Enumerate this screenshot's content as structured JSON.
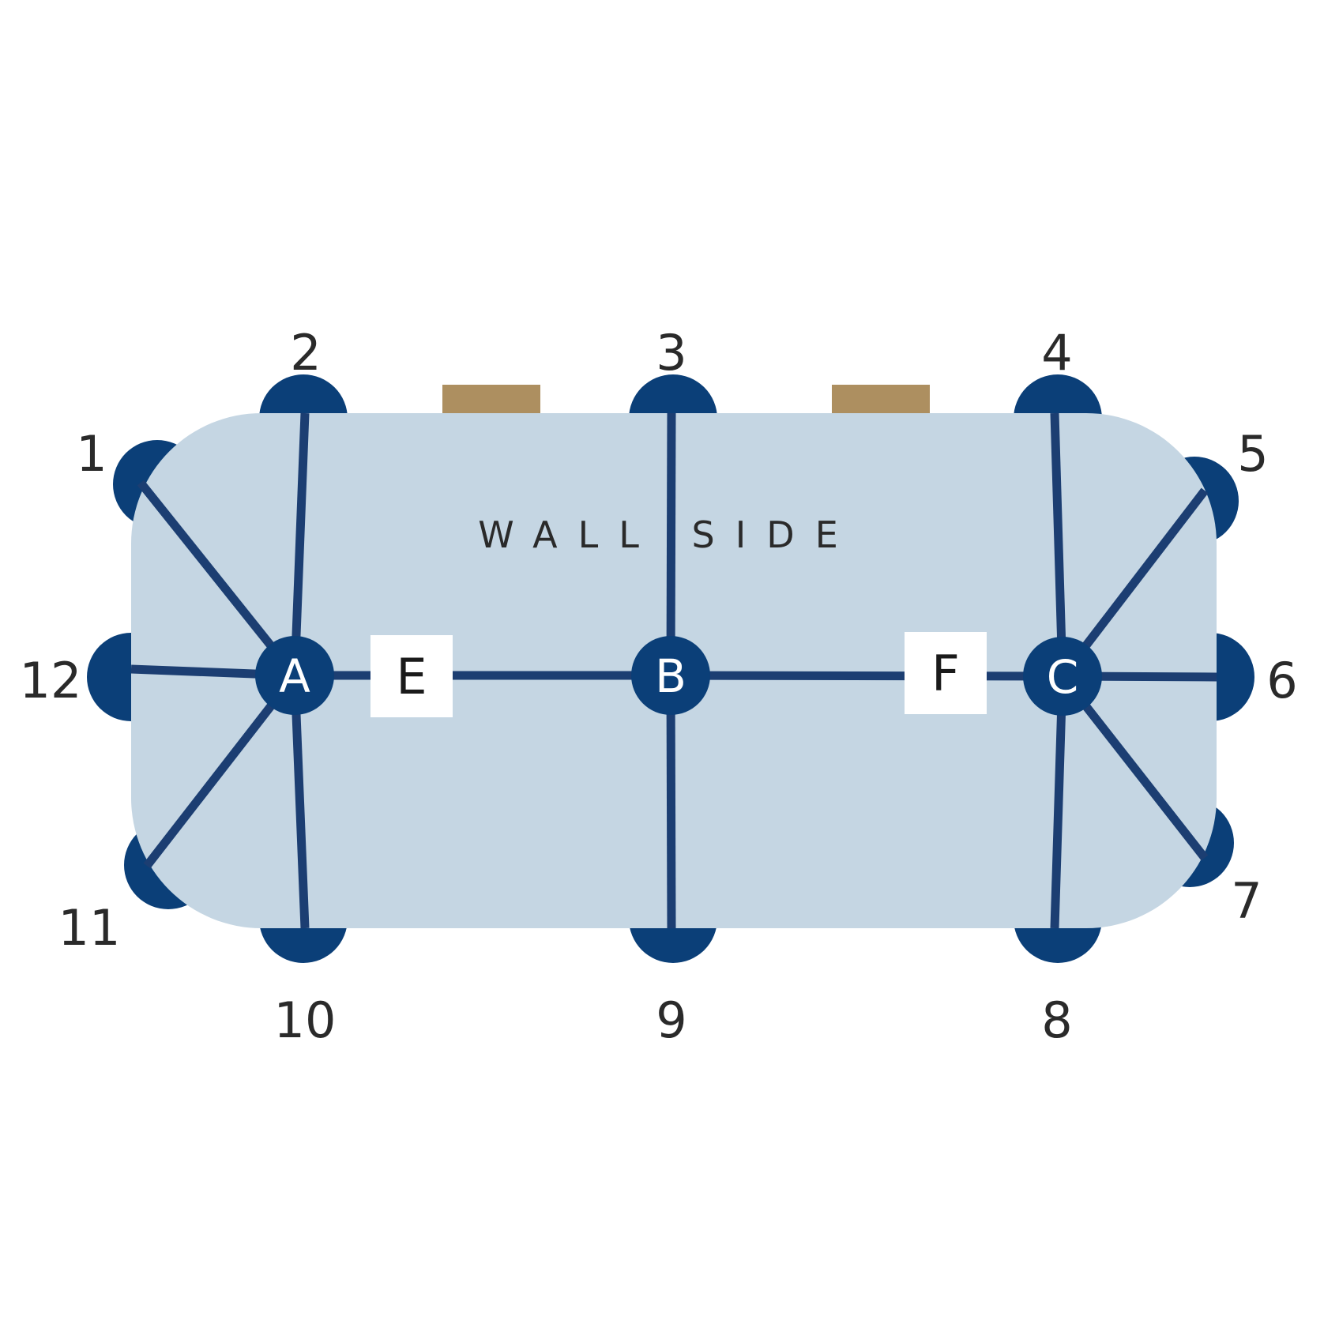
{
  "diagram": {
    "wall_label": "WALL SIDE",
    "colors": {
      "table": "#c5d6e3",
      "seat": "#0b3f78",
      "line": "#1c3e72",
      "fixture": "#ad8f60",
      "box": "#ffffff",
      "text": "#2a2a2a"
    },
    "seats": [
      {
        "id": "1",
        "label": "1"
      },
      {
        "id": "2",
        "label": "2"
      },
      {
        "id": "3",
        "label": "3"
      },
      {
        "id": "4",
        "label": "4"
      },
      {
        "id": "5",
        "label": "5"
      },
      {
        "id": "6",
        "label": "6"
      },
      {
        "id": "7",
        "label": "7"
      },
      {
        "id": "8",
        "label": "8"
      },
      {
        "id": "9",
        "label": "9"
      },
      {
        "id": "10",
        "label": "10"
      },
      {
        "id": "11",
        "label": "11"
      },
      {
        "id": "12",
        "label": "12"
      }
    ],
    "hubs": [
      {
        "id": "A",
        "label": "A",
        "seats": [
          "1",
          "2",
          "10",
          "11",
          "12"
        ]
      },
      {
        "id": "B",
        "label": "B",
        "seats": [
          "3",
          "9"
        ]
      },
      {
        "id": "C",
        "label": "C",
        "seats": [
          "4",
          "5",
          "6",
          "7",
          "8"
        ]
      }
    ],
    "boxes": [
      {
        "id": "E",
        "label": "E"
      },
      {
        "id": "F",
        "label": "F"
      }
    ],
    "hub_chain": [
      "A",
      "B",
      "C"
    ]
  }
}
